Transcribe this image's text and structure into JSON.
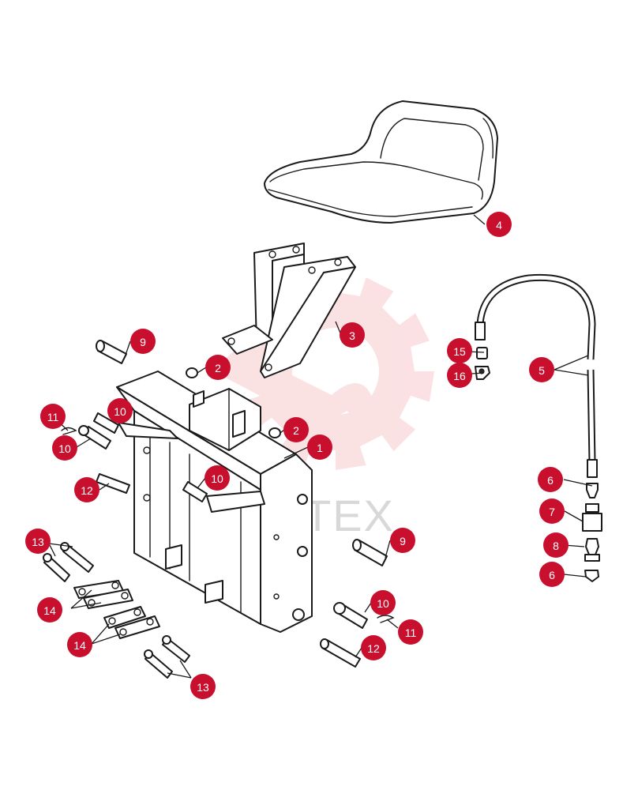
{
  "colors": {
    "badge": "#c8102e",
    "watermark": "#f7c9cc",
    "line": "#1a1a1a"
  },
  "watermark": {
    "text": "TEX",
    "logo": "gear-wrench-logo"
  },
  "callouts": [
    {
      "label": "4"
    },
    {
      "label": "3"
    },
    {
      "label": "9"
    },
    {
      "label": "2"
    },
    {
      "label": "15"
    },
    {
      "label": "16"
    },
    {
      "label": "5"
    },
    {
      "label": "11"
    },
    {
      "label": "10"
    },
    {
      "label": "10"
    },
    {
      "label": "2"
    },
    {
      "label": "1"
    },
    {
      "label": "12"
    },
    {
      "label": "10"
    },
    {
      "label": "6"
    },
    {
      "label": "7"
    },
    {
      "label": "13"
    },
    {
      "label": "9"
    },
    {
      "label": "8"
    },
    {
      "label": "6"
    },
    {
      "label": "14"
    },
    {
      "label": "10"
    },
    {
      "label": "11"
    },
    {
      "label": "14"
    },
    {
      "label": "12"
    },
    {
      "label": "13"
    }
  ]
}
